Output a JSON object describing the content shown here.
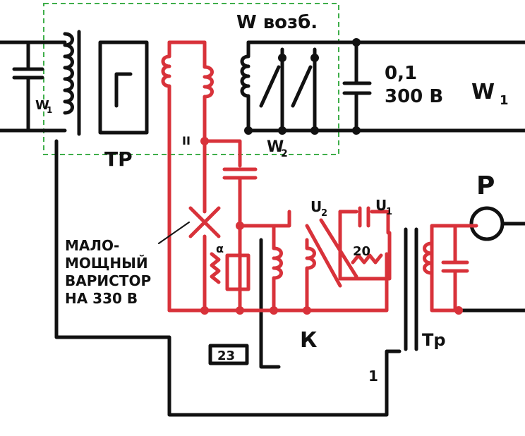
{
  "colors": {
    "wire": "#111111",
    "red_circuit": "#d8323a",
    "dashed_box": "#3fae4a",
    "background": "#ffffff"
  },
  "labels": {
    "w_vozb": "W возб.",
    "cap_value": "0,1",
    "cap_voltage": "300 В",
    "w1_right": "W",
    "w1_right_sub": "1",
    "w1_left": "W",
    "w1_left_sub": "1",
    "w2": "W",
    "w2_sub": "2",
    "tr_top": "ТР",
    "p": "Р",
    "ii": "II",
    "u2": "U",
    "u2_sub": "2",
    "u1": "U",
    "u1_sub": "1",
    "r20": "20",
    "k": "К",
    "tr_bottom": "Тр",
    "n23": "23",
    "n1": "1",
    "alpha": "α",
    "varistor": [
      "МАЛО-",
      "МОЩНЫЙ",
      "ВАРИСТОР",
      "НА 330 В"
    ]
  }
}
